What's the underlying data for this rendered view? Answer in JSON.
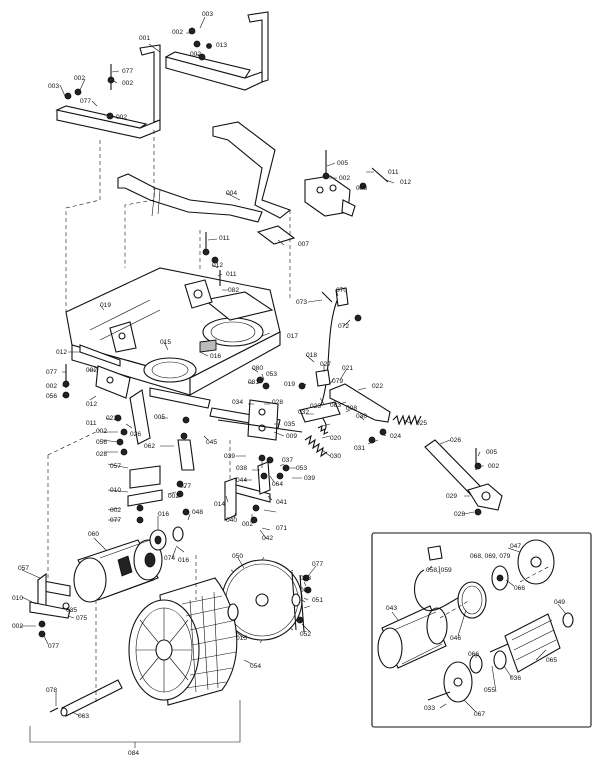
{
  "diagram": {
    "labels": {
      "l001": "001",
      "l002a": "002",
      "l003a": "003",
      "l013": "013",
      "l002b": "002",
      "l077a": "077",
      "l002c": "002",
      "l003b": "003",
      "l002d": "002",
      "l077b": "077",
      "l002e": "002",
      "l005a": "005",
      "l002f": "002",
      "l011a": "011",
      "l006": "006",
      "l012a": "012",
      "l004": "004",
      "l011b": "011",
      "l007": "007",
      "l012b": "012",
      "l011c": "011",
      "l082a": "082",
      "l073": "073",
      "l070": "070",
      "l072": "072",
      "l019a": "019",
      "l017": "017",
      "l015a": "015",
      "l016a": "016",
      "l012c": "012",
      "l077c": "077",
      "l082b": "082",
      "l002g": "002",
      "l056a": "056",
      "l012d": "012",
      "l080": "080",
      "l081": "081",
      "l053a": "053",
      "l018": "018",
      "l027": "027",
      "l021": "021",
      "l019b": "019",
      "l079": "079",
      "l022": "022",
      "l023": "023",
      "l083": "083",
      "l008": "008",
      "l032": "032",
      "l030a": "030",
      "l025": "025",
      "l034": "034",
      "l028a": "028",
      "l035a": "035",
      "l009": "009",
      "l020": "020",
      "l024": "024",
      "l030b": "030",
      "l031": "031",
      "l026a": "026",
      "l011d": "011",
      "l022b": "022",
      "l005b": "005",
      "l002h": "002",
      "l026b": "026",
      "l056b": "056",
      "l028b": "028",
      "l062": "062",
      "l045": "045",
      "l039a": "039",
      "l037": "037",
      "l038": "038",
      "l053b": "053",
      "l039b": "039",
      "l044": "044",
      "l064": "064",
      "l005c": "005",
      "l002i": "002",
      "l057a": "057",
      "l077d": "077",
      "l010a": "010",
      "l002j": "002",
      "l077e": "077",
      "l014": "014",
      "l041": "041",
      "l040": "040",
      "l002k": "002",
      "l042": "042",
      "l071": "071",
      "l029": "029",
      "l028c": "028",
      "l048": "048",
      "l016b": "016",
      "l060": "060",
      "l074": "074",
      "l016c": "016",
      "l050": "050",
      "l057b": "057",
      "l010b": "010",
      "l035b": "035",
      "l075": "075",
      "l002l": "002",
      "l077f": "077",
      "l077g": "077",
      "l002m": "002",
      "l053c": "053",
      "l051": "051",
      "l015b": "015",
      "l052": "052",
      "l054": "054",
      "l078": "078",
      "l063": "063",
      "l084": "084",
      "i047": "047",
      "i058": "058, 059",
      "i068": "068, 069, 079",
      "i066a": "066",
      "i043": "043",
      "i046": "046",
      "i049": "049",
      "i066b": "066",
      "i055": "055",
      "i036": "036",
      "i065": "065",
      "i033": "033",
      "i067": "067"
    }
  }
}
